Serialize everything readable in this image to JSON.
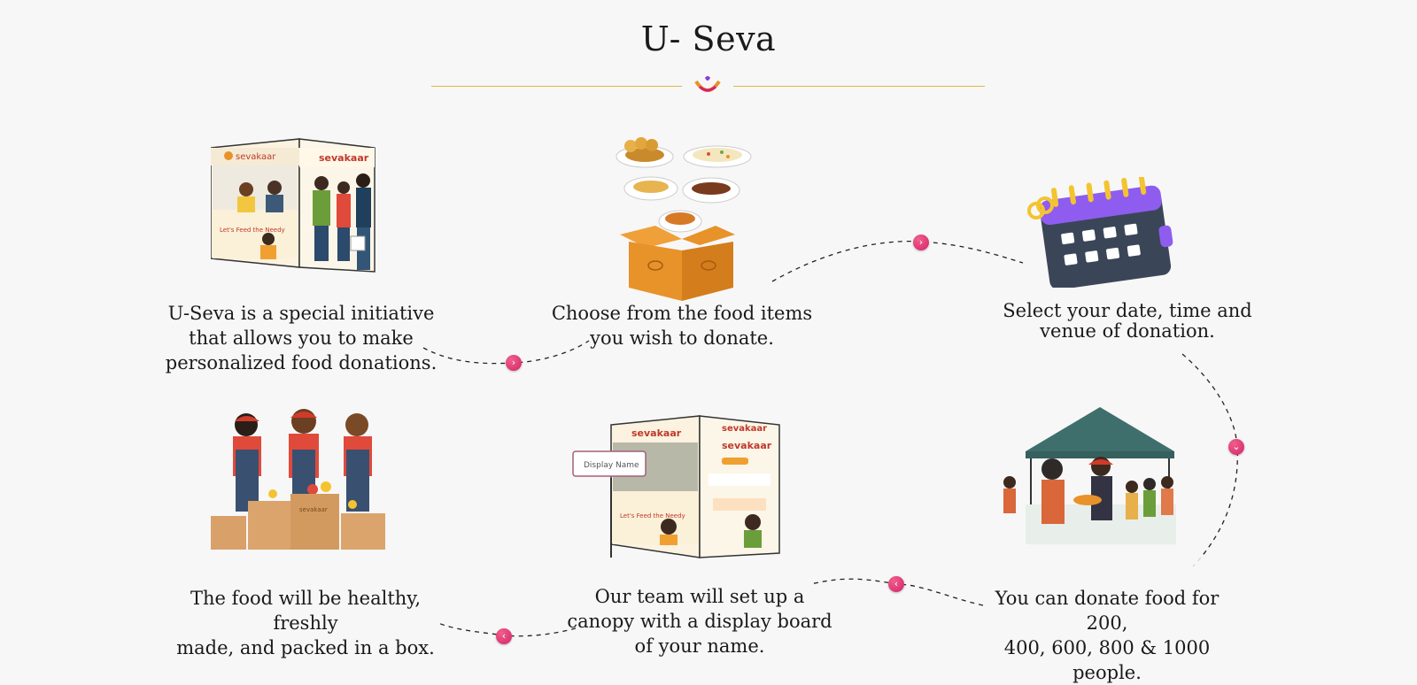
{
  "page": {
    "title": "U- Seva"
  },
  "steps": [
    {
      "caption": "U-Seva is a special initiative\nthat allows you to make\npersonalized food donations.",
      "image_icon": "sevakaar-stall-illustration"
    },
    {
      "caption": "Choose from the food items\nyou wish to donate.",
      "image_icon": "food-box-illustration"
    },
    {
      "caption": "Select your date, time and\nvenue of donation.",
      "image_icon": "calendar-illustration"
    },
    {
      "caption": "You can donate food for 200,\n400, 600, 800 & 1000 people.",
      "image_icon": "food-distribution-illustration"
    },
    {
      "caption": "Our team will set up a\ncanopy with a display board\nof your name.",
      "image_icon": "canopy-display-illustration",
      "display_board_text": "Display Name"
    },
    {
      "caption": "The food will be healthy, freshly\nmade, and packed in a box.",
      "image_icon": "packing-team-illustration"
    }
  ],
  "brand": {
    "stall_name": "sevakaar",
    "box_label": "sevakaar",
    "tagline": "Let's Feed the Needy"
  },
  "colors": {
    "accent_line": "#e3b448",
    "arrow": "#d4246a",
    "box": "#e8922a"
  }
}
